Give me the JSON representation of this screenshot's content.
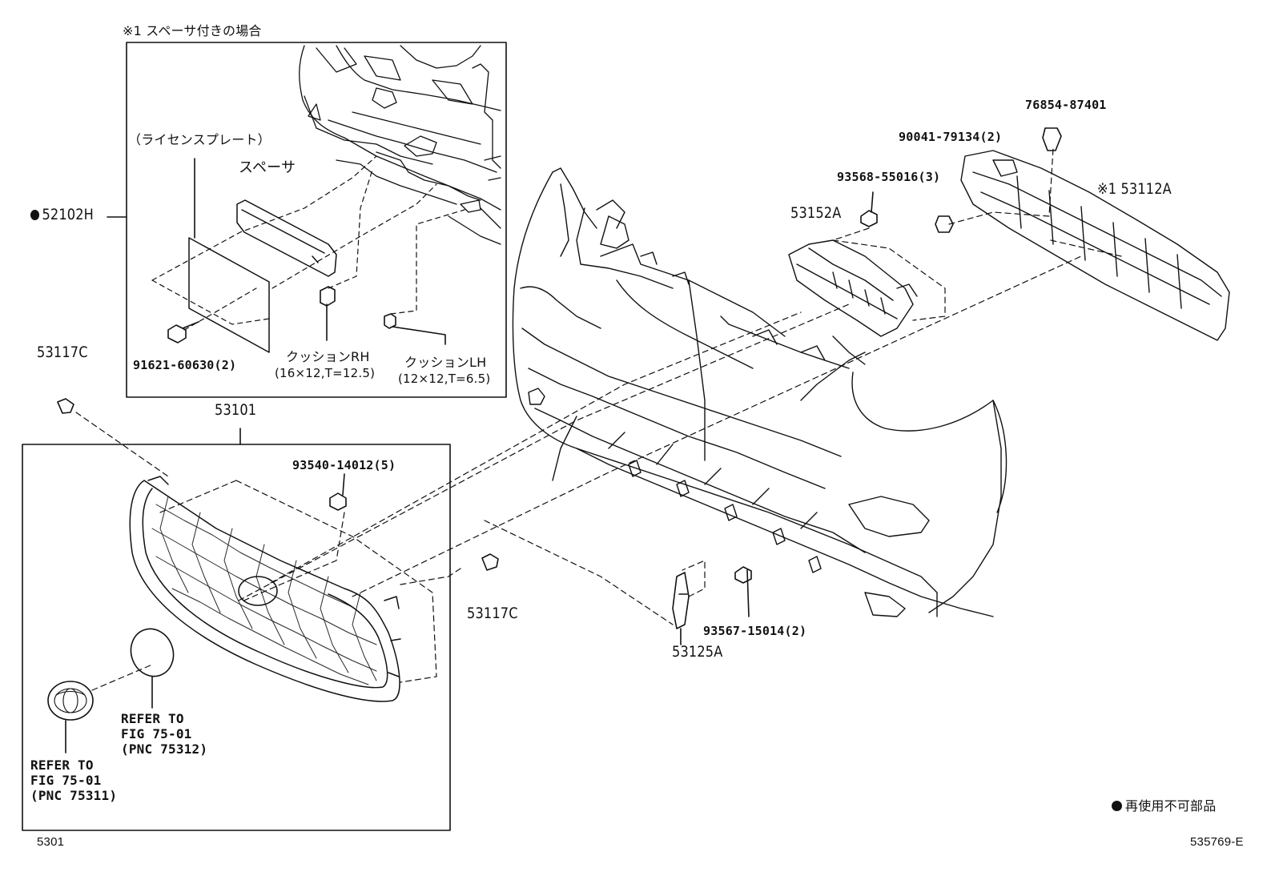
{
  "diagram": {
    "title": "※1 スペーサ付きの場合",
    "inset_labels": {
      "license_plate": "（ライセンスプレート）",
      "spacer": "スペーサ",
      "bolt": "91621-60630(2)",
      "cushion_rh": "クッションRH",
      "cushion_rh_size": "(16×12,T=12.5)",
      "cushion_lh": "クッションLH",
      "cushion_lh_size": "(12×12,T=6.5)"
    },
    "parts": {
      "p52102H": "52102H",
      "p53117C_top": "53117C",
      "p53101": "53101",
      "p93540": "93540-14012(5)",
      "p53117C_mid": "53117C",
      "p53152A": "53152A",
      "p93568": "93568-55016(3)",
      "p90041": "90041-79134(2)",
      "p76854": "76854-87401",
      "p53112A": "※1 53112A",
      "p93567": "93567-15014(2)",
      "p53125A": "53125A"
    },
    "refs": {
      "ref_75312": "REFER TO\nFIG 75-01\n(PNC 75312)",
      "ref_75311": "REFER TO\nFIG 75-01\n(PNC 75311)"
    },
    "legend": "再使用不可部品",
    "page_code": "5301",
    "figure_code": "535769-E"
  }
}
